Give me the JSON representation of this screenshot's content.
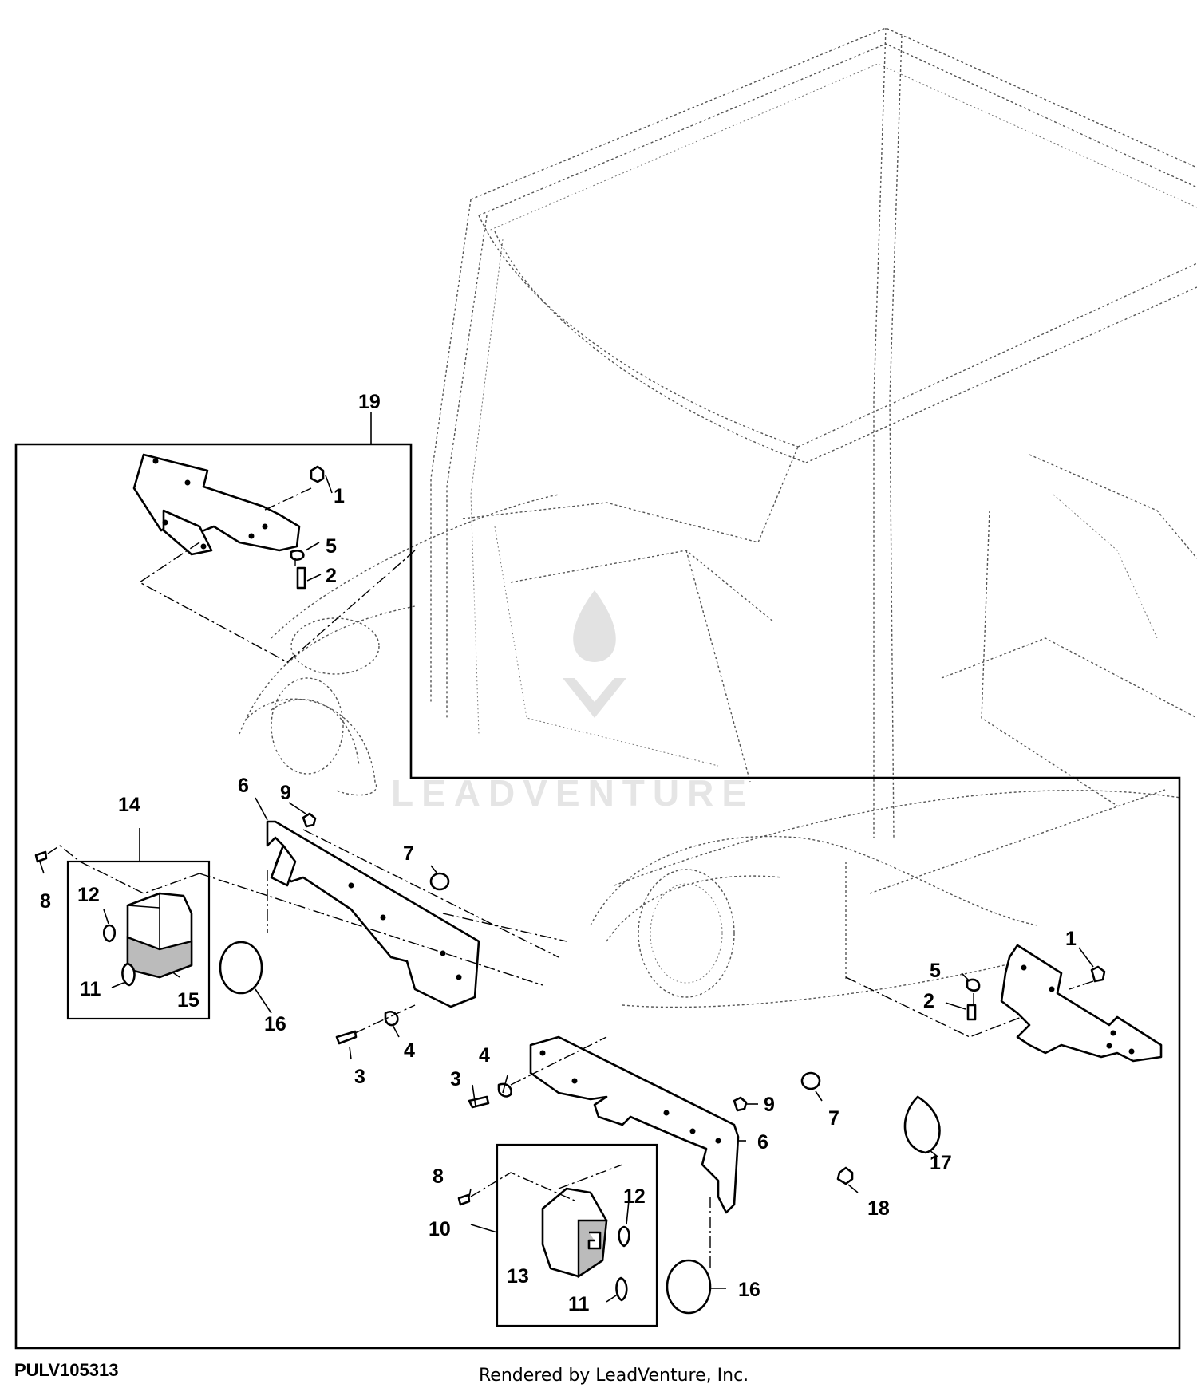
{
  "figure_id": "PULV105313",
  "footer_credit": "Rendered by LeadVenture, Inc.",
  "watermark": "LEADVENTURE",
  "callouts": {
    "c1a": "1",
    "c1b": "1",
    "c2a": "2",
    "c2b": "2",
    "c3a": "3",
    "c3b": "3",
    "c4a": "4",
    "c4b": "4",
    "c5a": "5",
    "c5b": "5",
    "c6a": "6",
    "c6b": "6",
    "c7a": "7",
    "c7b": "7",
    "c8a": "8",
    "c8b": "8",
    "c9a": "9",
    "c9b": "9",
    "c10": "10",
    "c11a": "11",
    "c11b": "11",
    "c12a": "12",
    "c12b": "12",
    "c13": "13",
    "c14": "14",
    "c15": "15",
    "c16a": "16",
    "c16b": "16",
    "c17": "17",
    "c18": "18",
    "c19": "19"
  }
}
